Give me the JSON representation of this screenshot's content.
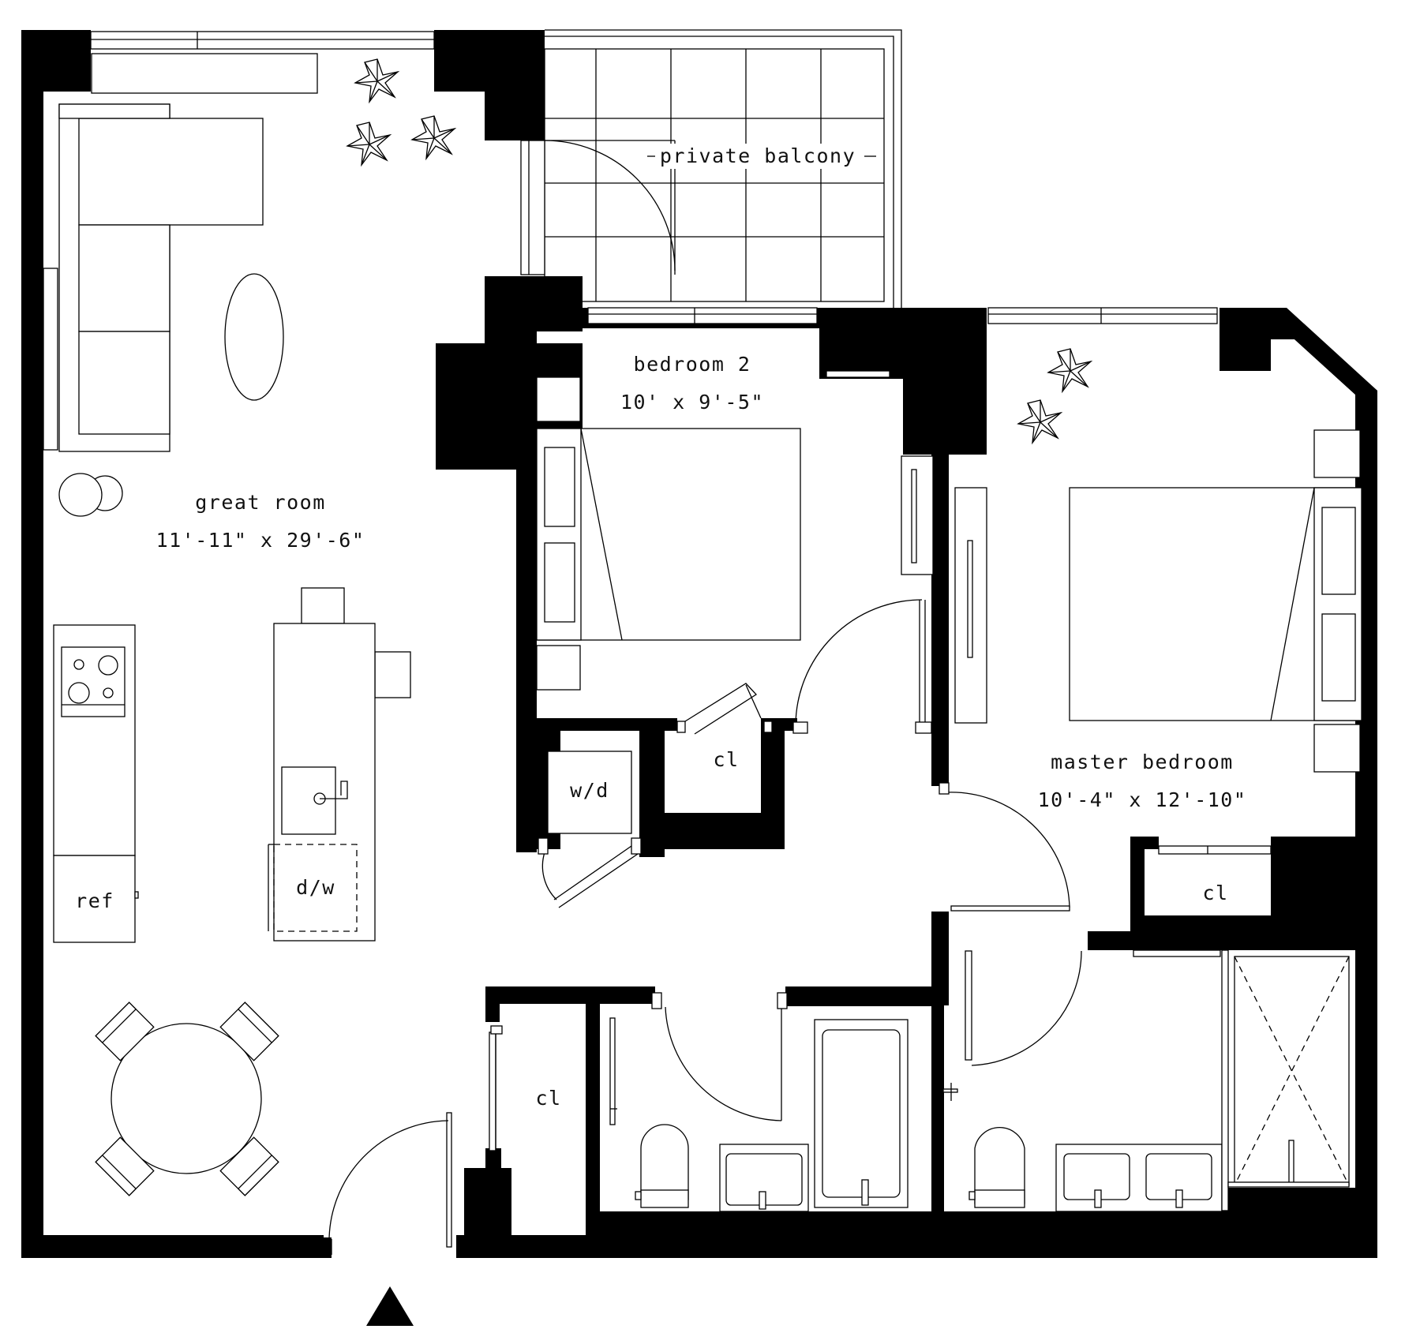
{
  "rooms": {
    "great_room": {
      "name": "great room",
      "dims": "11'-11\" x 29'-6\""
    },
    "bedroom_2": {
      "name": "bedroom 2",
      "dims": "10' x 9'-5\""
    },
    "master_bedroom": {
      "name": "master bedroom",
      "dims": "10'-4\" x 12'-10\""
    },
    "private_balcony": {
      "name": "private balcony"
    }
  },
  "fixtures": {
    "washer_dryer": "w/d",
    "dishwasher": "d/w",
    "refrigerator": "ref",
    "closet_bedroom2": "cl",
    "closet_master": "cl",
    "closet_entry": "cl"
  },
  "icons": {
    "entry": "triangle-entry-icon",
    "plants": "plant-icon"
  },
  "colors": {
    "walls": "#000000",
    "background": "#ffffff",
    "lines": "#000000"
  }
}
